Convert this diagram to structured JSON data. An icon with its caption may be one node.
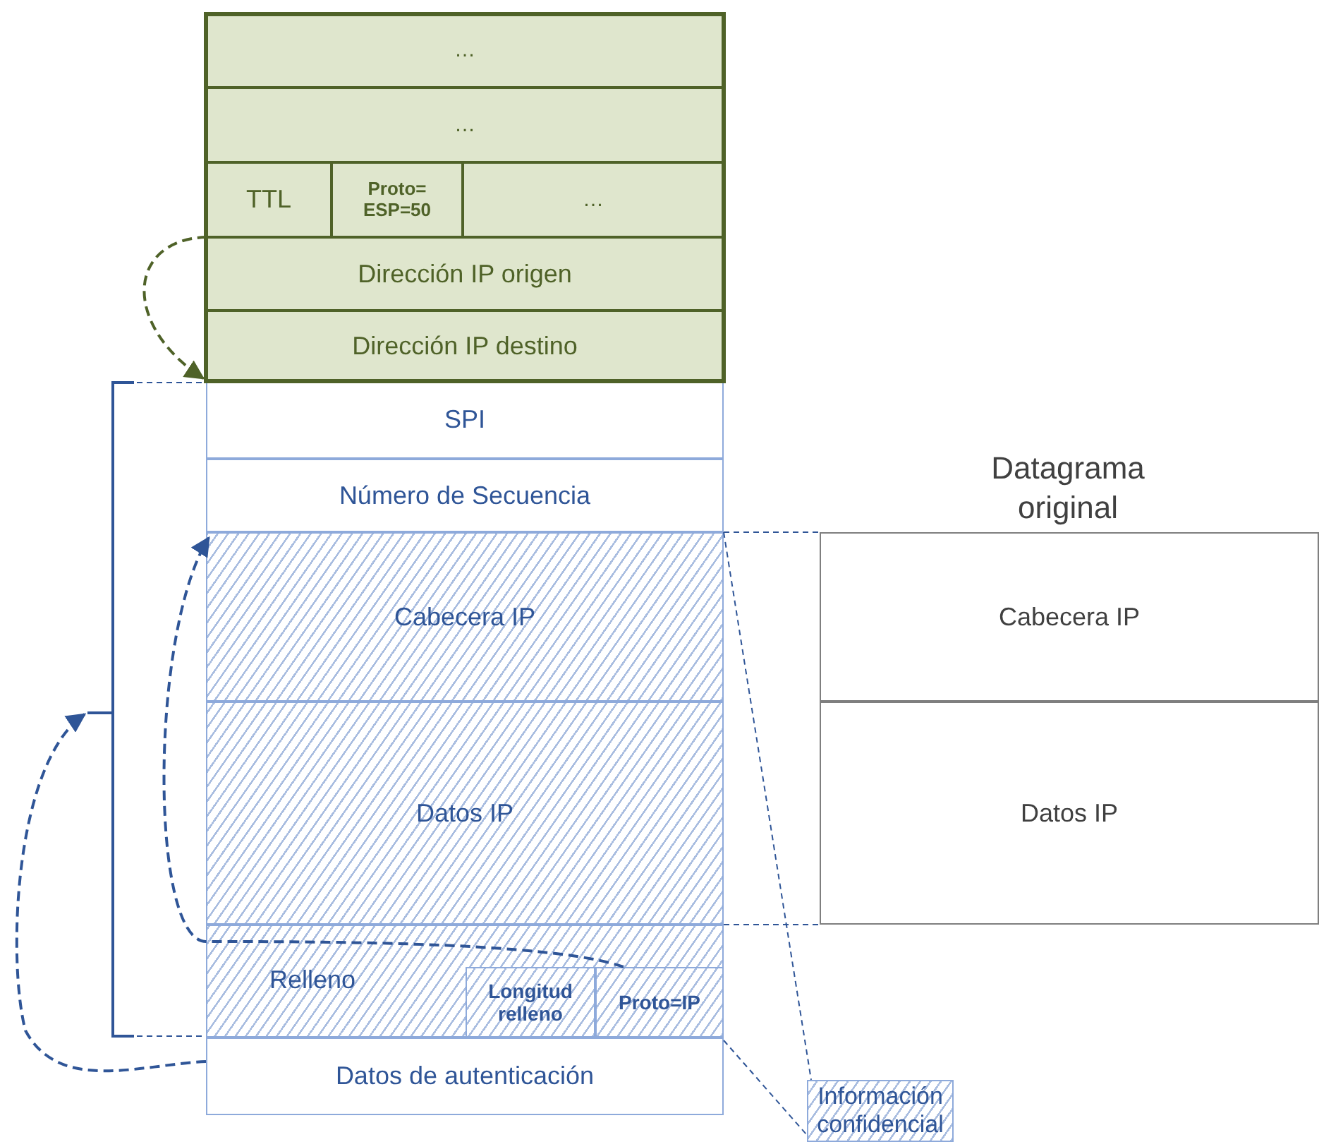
{
  "diagram": {
    "nodes": [
      {
        "text": [
          "…"
        ]
      },
      {
        "text": [
          "…"
        ]
      },
      {
        "text": [
          "TTL"
        ]
      },
      {
        "text": [
          "Proto= ESP=50"
        ]
      },
      {
        "text": [
          "…"
        ]
      },
      {
        "text": [
          "Dirección IP origen"
        ]
      },
      {
        "text": [
          "Dirección IP destino"
        ]
      },
      {
        "text": [
          "SPI"
        ]
      },
      {
        "text": [
          "Número de Secuencia"
        ]
      },
      {
        "text": [
          "Cabecera IP"
        ]
      },
      {
        "text": [
          "Datos IP"
        ]
      },
      {
        "text": [
          "Relleno"
        ]
      },
      {
        "text": [
          "Longitud relleno"
        ],
        "in": 11
      },
      {
        "text": [
          "Proto=IP"
        ],
        "in": 11
      },
      {
        "text": [
          "Datos de autenticación"
        ]
      },
      {
        "text": [
          "Cabecera IP"
        ]
      },
      {
        "text": [
          "Datos IP"
        ]
      },
      {
        "text": [
          "Información confidencial"
        ]
      },
      {
        "text": [],
        "shape": "bracket"
      }
    ],
    "edges": [
      {
        "from": 3,
        "to": 7,
        "arrow": "to",
        "style": "dashed",
        "color": "#4f6228"
      },
      {
        "from": 13,
        "to": 9,
        "arrow": "to",
        "style": "dashed"
      },
      {
        "from": 14,
        "to": 18,
        "arrow": "to",
        "style": "dashed"
      },
      {
        "from": 9,
        "to": 15,
        "arrow": "none",
        "style": "dashed"
      },
      {
        "from": 10,
        "to": 16,
        "arrow": "none",
        "style": "dashed"
      },
      {
        "from": 9,
        "to": 17,
        "arrow": "none",
        "style": "dashed"
      },
      {
        "from": 14,
        "to": 17,
        "arrow": "none",
        "style": "dashed"
      }
    ],
    "labels": [
      "Datagrama original"
    ]
  }
}
